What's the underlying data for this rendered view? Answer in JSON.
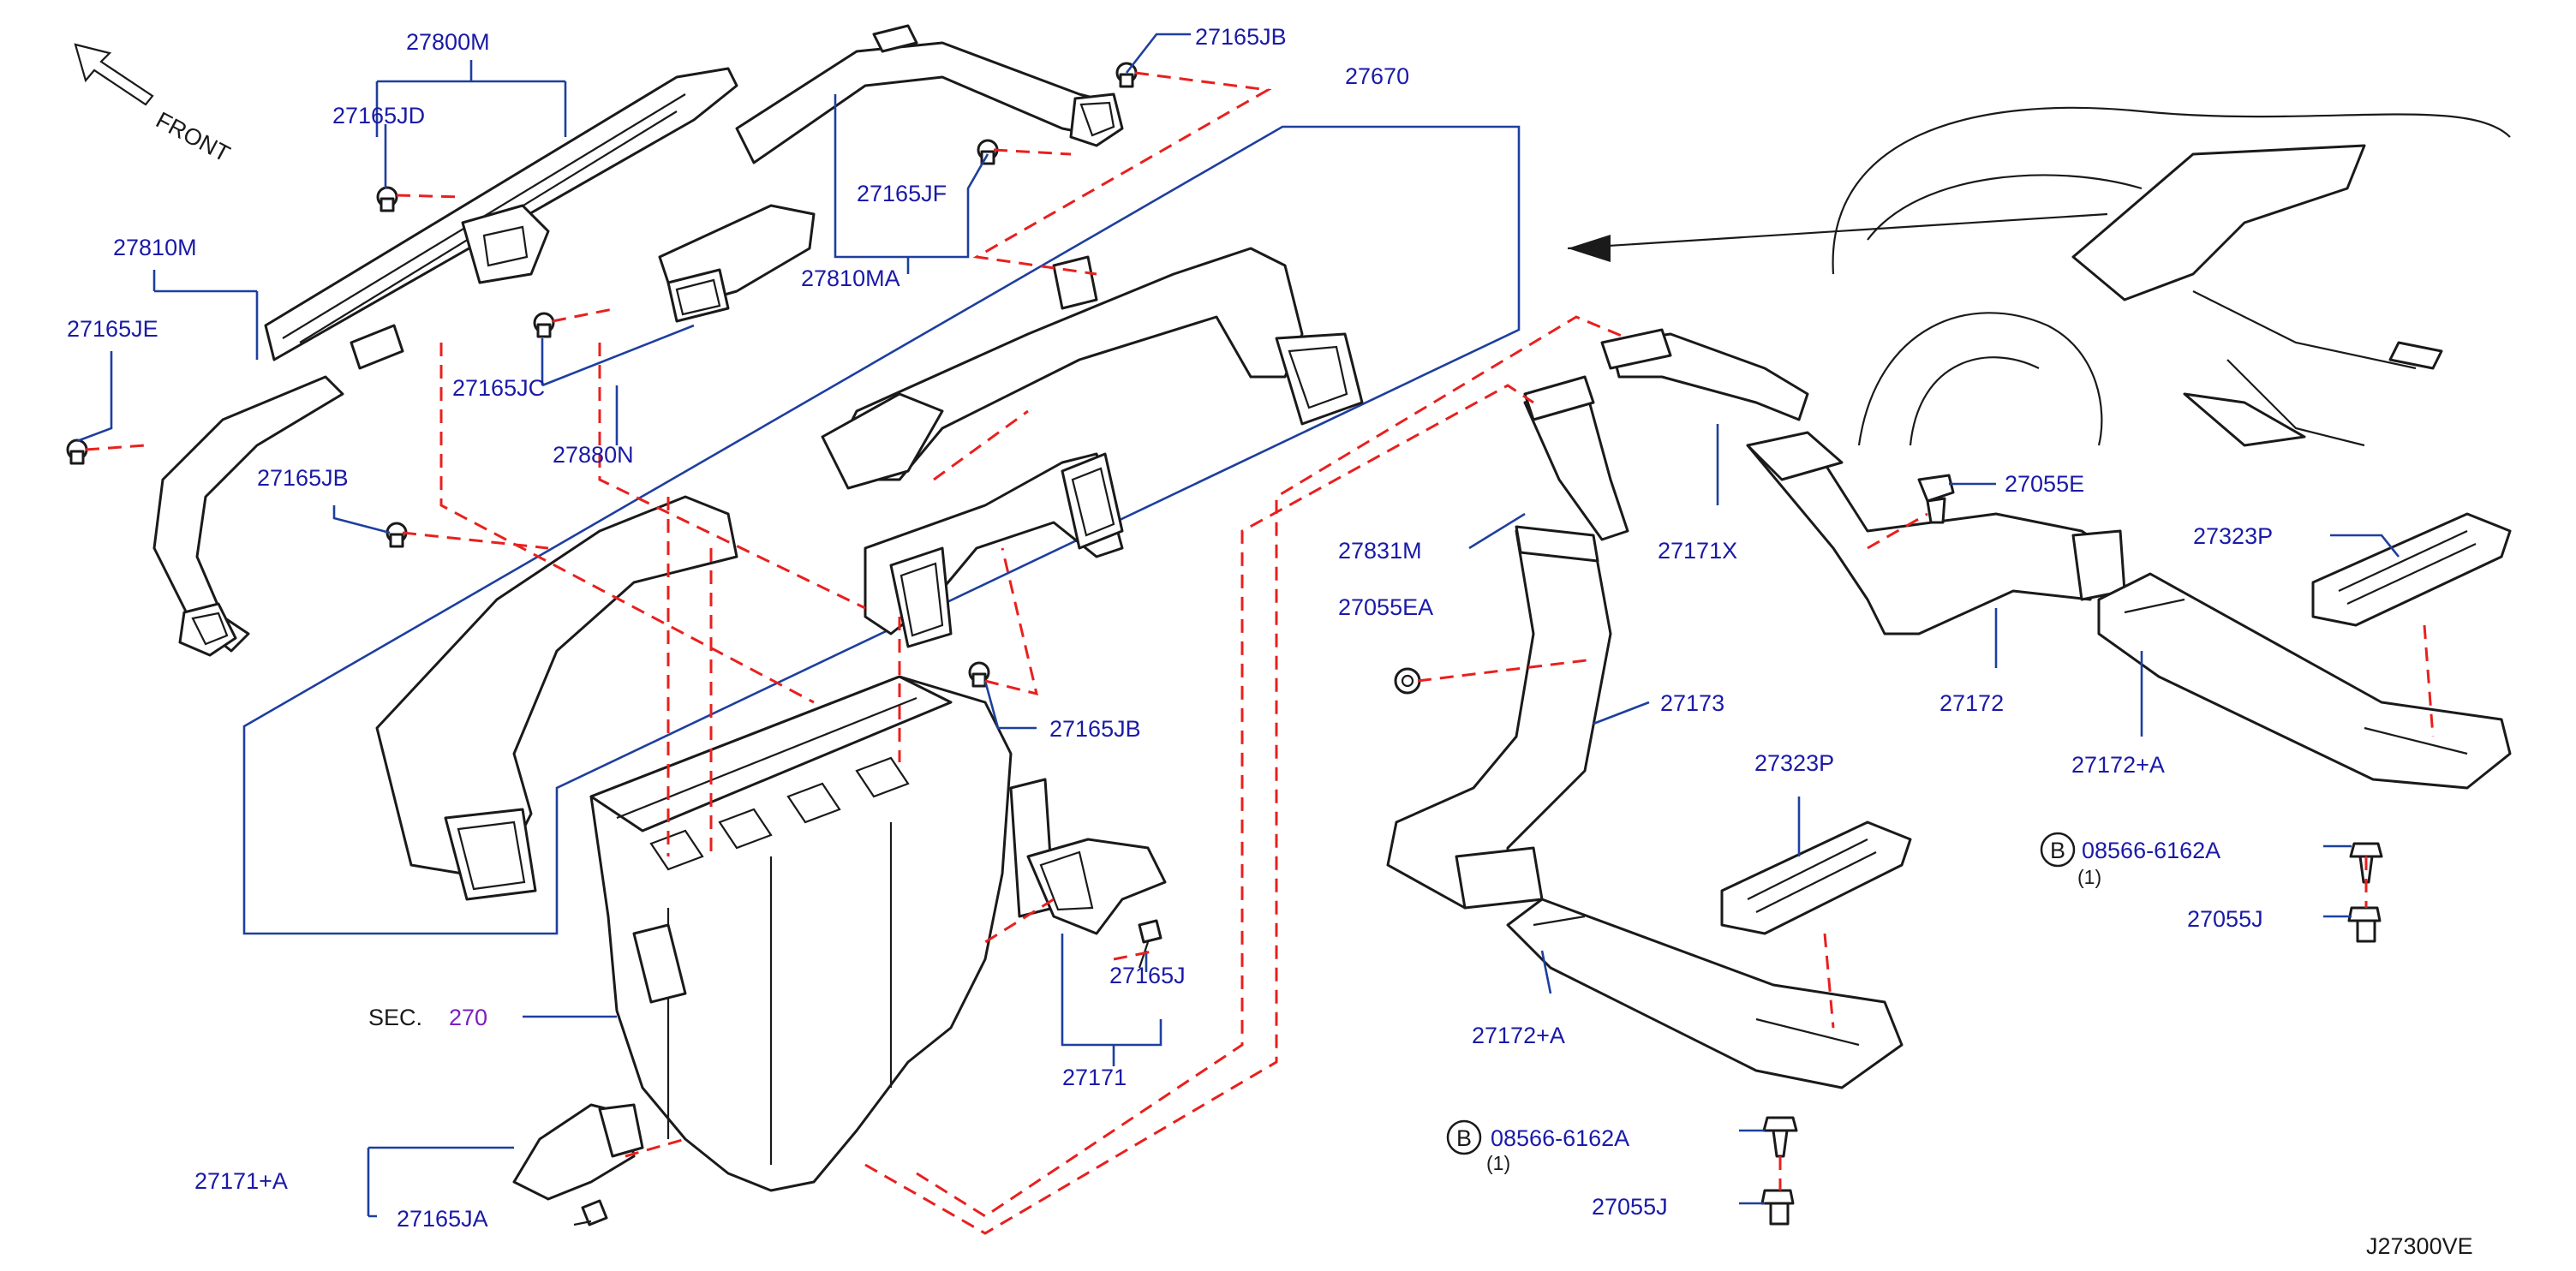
{
  "diagram_id": "J27300VE",
  "orientation_label": "FRONT",
  "section_ref": {
    "prefix": "SEC.",
    "number": "270"
  },
  "colors": {
    "callout_text": "#1a1aa8",
    "leader_lines": "#1d3f9e",
    "dashed_links": "#e8201e",
    "section_number": "#7a1fc2"
  },
  "part_labels": {
    "p27800M": "27800M",
    "p27165JD": "27165JD",
    "p27810M": "27810M",
    "p27165JE": "27165JE",
    "p27165JC": "27165JC",
    "p27880N": "27880N",
    "p27810MA": "27810MA",
    "p27165JF": "27165JF",
    "p27165JB_top": "27165JB",
    "p27670": "27670",
    "p27165JB_left": "27165JB",
    "p27165JB_mid": "27165JB",
    "p27165J": "27165J",
    "p27171": "27171",
    "p27171A": "27171+A",
    "p27165JA": "27165JA",
    "p27831M": "27831M",
    "p27171X": "27171X",
    "p27055E": "27055E",
    "p27055EA": "27055EA",
    "p27173": "27173",
    "p27172": "27172",
    "p27323P_right": "27323P",
    "p27323P_mid": "27323P",
    "p27172A_right": "27172+A",
    "p27172A_mid": "27172+A",
    "p08566_right": "08566-6162A",
    "p08566_mid": "08566-6162A",
    "p27055J_right": "27055J",
    "p27055J_mid": "27055J"
  },
  "bolt_marker": "B",
  "quantity_note": "(1)"
}
